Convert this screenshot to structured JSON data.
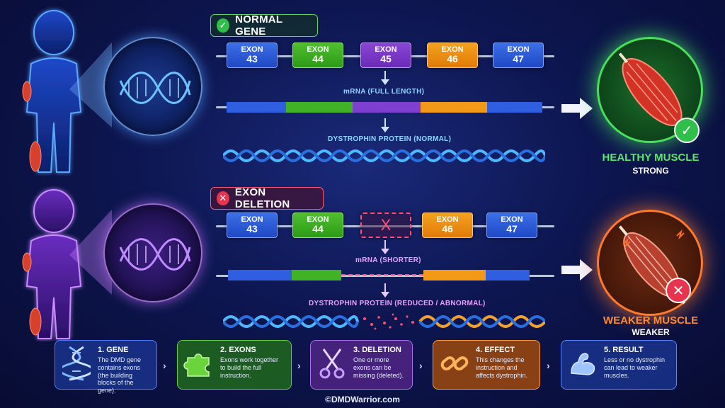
{
  "normal": {
    "header": "NORMAL GENE",
    "exons": [
      {
        "word": "EXON",
        "num": "43"
      },
      {
        "word": "EXON",
        "num": "44"
      },
      {
        "word": "EXON",
        "num": "45"
      },
      {
        "word": "EXON",
        "num": "46"
      },
      {
        "word": "EXON",
        "num": "47"
      }
    ],
    "mrna_label": "mRNA (FULL LENGTH)",
    "protein_label": "DYSTROPHIN PROTEIN (NORMAL)",
    "result_title": "HEALTHY MUSCLE",
    "result_sub": "STRONG"
  },
  "deletion": {
    "header": "EXON DELETION",
    "exons": [
      {
        "word": "EXON",
        "num": "43"
      },
      {
        "word": "EXON",
        "num": "44"
      },
      {
        "word": "",
        "num": "X"
      },
      {
        "word": "EXON",
        "num": "46"
      },
      {
        "word": "EXON",
        "num": "47"
      }
    ],
    "mrna_label": "mRNA (SHORTER)",
    "protein_label": "DYSTROPHIN PROTEIN (REDUCED / ABNORMAL)",
    "result_title": "WEAKER MUSCLE",
    "result_sub": "WEAKER"
  },
  "colors": {
    "exon43": "#2f5ee0",
    "exon44": "#3fb226",
    "exon45": "#7f3fd0",
    "exon46": "#f29a17",
    "exon47": "#2f5ee0",
    "healthy": "#48e05d",
    "weak": "#ff7a2a",
    "deletion": "#ff4f74"
  },
  "steps": [
    {
      "title": "1. GENE",
      "desc": "The DMD gene contains exons (the building blocks of the gene).",
      "icon": "dna-icon"
    },
    {
      "title": "2. EXONS",
      "desc": "Exons work together to build the full instruction.",
      "icon": "puzzle-icon"
    },
    {
      "title": "3. DELETION",
      "desc": "One or more exons can be missing (deleted).",
      "icon": "scissors-icon"
    },
    {
      "title": "4. EFFECT",
      "desc": "This changes the instruction and affects dystrophin.",
      "icon": "broken-chain-icon"
    },
    {
      "title": "5. RESULT",
      "desc": "Less or no dystrophin can lead to weaker muscles.",
      "icon": "flexed-arm-icon"
    }
  ],
  "credit": "©DMDWarrior.com"
}
